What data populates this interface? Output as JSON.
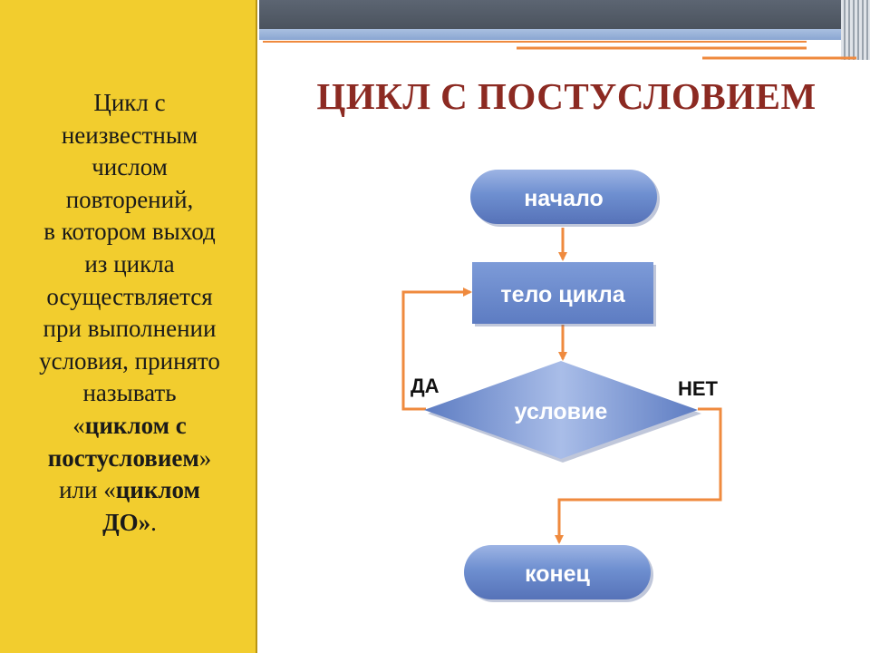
{
  "left_panel": {
    "lines": [
      [
        {
          "t": "Цикл с",
          "b": false
        }
      ],
      [
        {
          "t": "неизвестным",
          "b": false
        }
      ],
      [
        {
          "t": "числом",
          "b": false
        }
      ],
      [
        {
          "t": "повторений,",
          "b": false
        }
      ],
      [
        {
          "t": "в котором выход",
          "b": false
        }
      ],
      [
        {
          "t": "из цикла",
          "b": false
        }
      ],
      [
        {
          "t": "осуществляется",
          "b": false
        }
      ],
      [
        {
          "t": "при выполнении",
          "b": false
        }
      ],
      [
        {
          "t": "условия, принято",
          "b": false
        }
      ],
      [
        {
          "t": "называть",
          "b": false
        }
      ],
      [
        {
          "t": "«",
          "b": false
        },
        {
          "t": "циклом с",
          "b": true
        }
      ],
      [
        {
          "t": "постусловием",
          "b": true
        },
        {
          "t": "»",
          "b": false
        }
      ],
      [
        {
          "t": "или «",
          "b": false
        },
        {
          "t": "циклом",
          "b": true
        }
      ],
      [
        {
          "t": "ДО»",
          "b": true
        },
        {
          "t": ".",
          "b": false
        }
      ]
    ]
  },
  "title": "ЦИКЛ С ПОСТУСЛОВИЕМ",
  "flowchart": {
    "start_label": "начало",
    "body_label": "тело цикла",
    "condition_label": "условие",
    "yes_label": "ДА",
    "no_label": "НЕТ",
    "end_label": "конец"
  },
  "colors": {
    "panel": "#f2cd2e",
    "title": "#8c2a22",
    "arrow": "#ef8a3e",
    "node_fill": "#6e8fd0"
  }
}
